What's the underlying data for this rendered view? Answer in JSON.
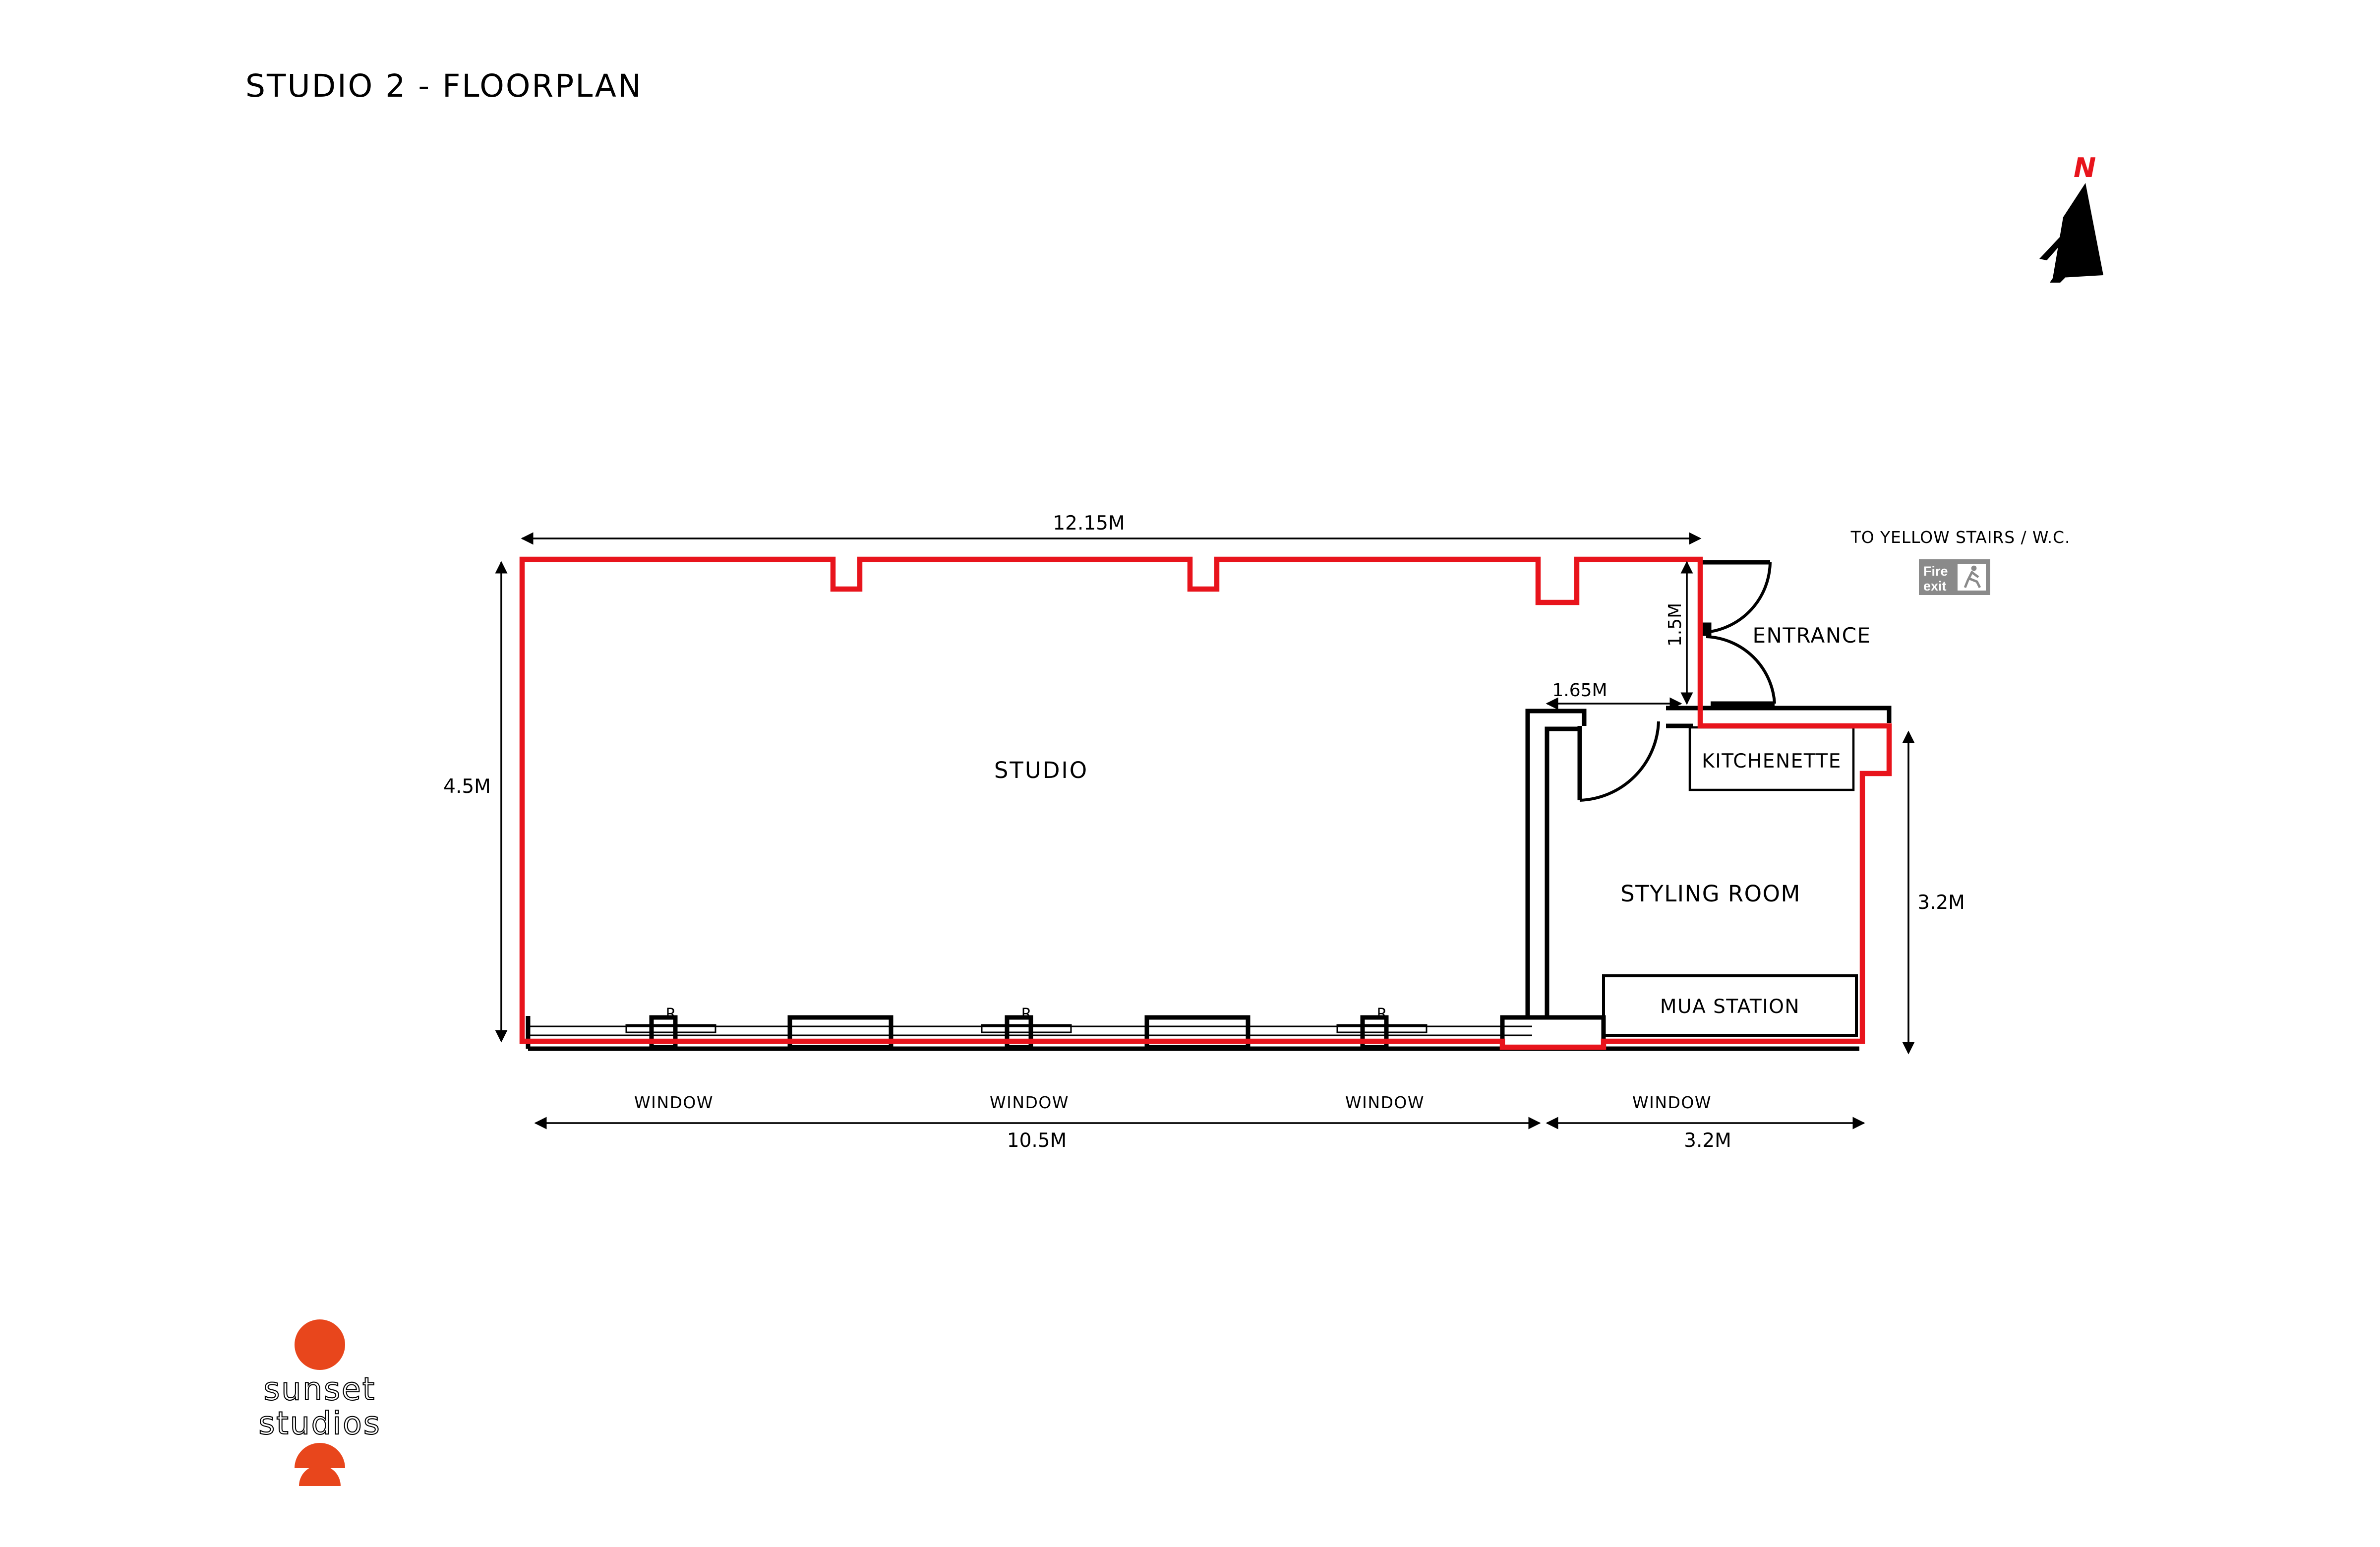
{
  "title": "STUDIO 2 - FLOORPLAN",
  "north_label": "N",
  "rooms": {
    "studio": "STUDIO",
    "styling_room": "STYLING ROOM",
    "kitchenette": "KITCHENETTE",
    "mua_station": "MUA STATION",
    "entrance": "ENTRANCE"
  },
  "directions": {
    "to_stairs": "TO YELLOW STAIRS / W.C."
  },
  "fire_exit": {
    "line1": "Fire",
    "line2": "exit"
  },
  "windows": [
    "WINDOW",
    "WINDOW",
    "WINDOW",
    "WINDOW"
  ],
  "radiator_label": "R",
  "dimensions": {
    "top_length": "12.15M",
    "left_height": "4.5M",
    "entrance_depth": "1.5M",
    "corridor_width": "1.65M",
    "right_height": "3.2M",
    "bottom_left": "10.5M",
    "bottom_right": "3.2M"
  },
  "logo": {
    "line1": "sunset",
    "line2": "studios"
  },
  "colors": {
    "outline": "#e8141c",
    "walls": "#000000",
    "logo": "#e8461c",
    "fire_sign": "#8a8a8a"
  }
}
